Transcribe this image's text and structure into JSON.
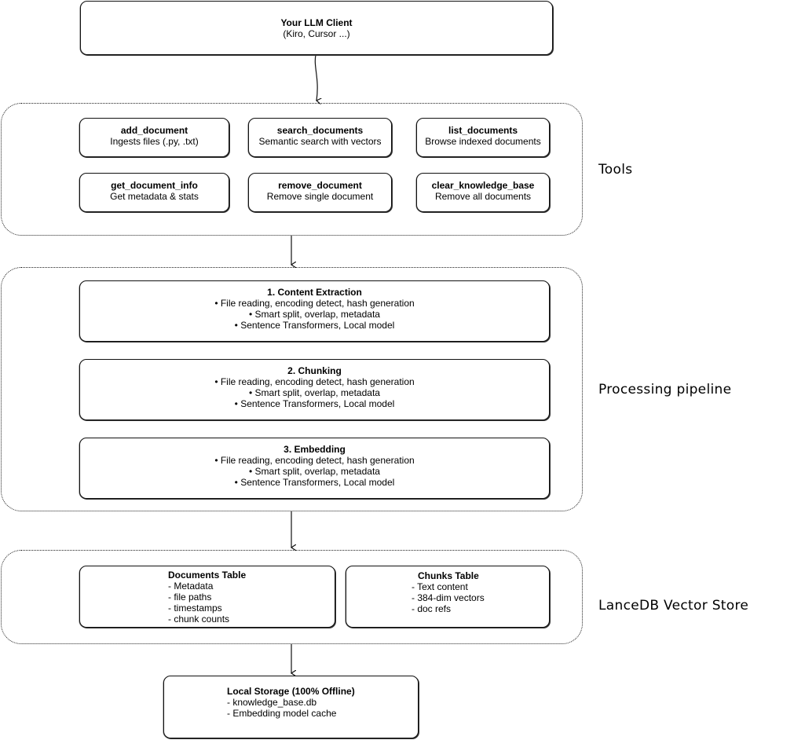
{
  "client": {
    "title": "Your LLM Client",
    "subtitle": "(Kiro, Cursor ...)"
  },
  "tools": {
    "label": "Tools",
    "items": [
      {
        "name": "add_document",
        "desc": "Ingests files (.py, .txt)"
      },
      {
        "name": "search_documents",
        "desc": "Semantic search with vectors"
      },
      {
        "name": "list_documents",
        "desc": "Browse indexed documents"
      },
      {
        "name": "get_document_info",
        "desc": "Get metadata & stats"
      },
      {
        "name": "remove_document",
        "desc": "Remove single document"
      },
      {
        "name": "clear_knowledge_base",
        "desc": "Remove all documents"
      }
    ]
  },
  "pipeline": {
    "label": "Processing pipeline",
    "stages": [
      {
        "title": "1. Content Extraction",
        "lines": [
          "• File reading, encoding detect, hash generation",
          "• Smart split, overlap, metadata",
          "• Sentence Transformers, Local model"
        ]
      },
      {
        "title": "2. Chunking",
        "lines": [
          "• File reading, encoding detect, hash generation",
          "• Smart split, overlap, metadata",
          "• Sentence Transformers, Local model"
        ]
      },
      {
        "title": "3. Embedding",
        "lines": [
          "• File reading, encoding detect, hash generation",
          "• Smart split, overlap, metadata",
          "• Sentence Transformers, Local model"
        ]
      }
    ]
  },
  "store": {
    "label": "LanceDB Vector Store",
    "documents": {
      "title": "Documents Table",
      "lines": [
        "- Metadata",
        "- file paths",
        "- timestamps",
        "- chunk counts"
      ]
    },
    "chunks": {
      "title": "Chunks Table",
      "lines": [
        "- Text content",
        "- 384-dim vectors",
        "- doc refs"
      ]
    }
  },
  "storage": {
    "title": "Local Storage (100% Offline)",
    "lines": [
      "- knowledge_base.db",
      "- Embedding model cache"
    ]
  }
}
